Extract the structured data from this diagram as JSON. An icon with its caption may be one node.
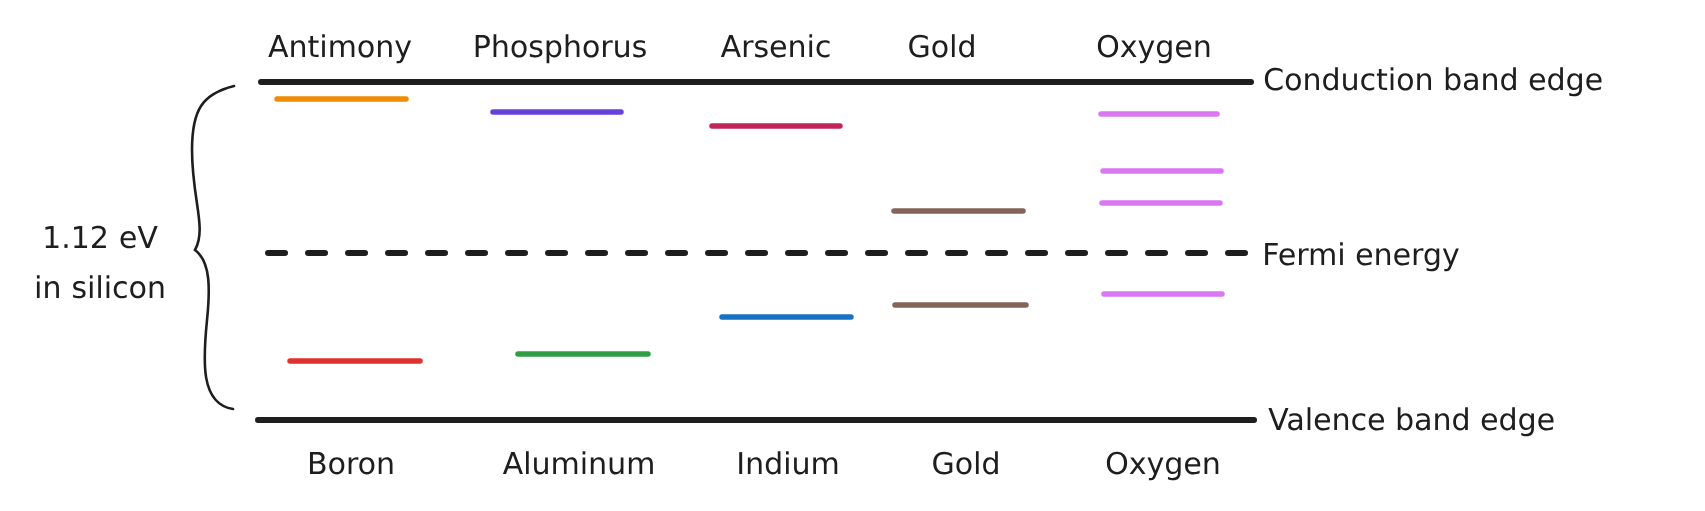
{
  "diagram": {
    "labels": [
      "Antimony",
      "Phosphorus",
      "Arsenic",
      "Gold",
      "Oxygen",
      "Conduction band edge",
      "1.12 eV in silicon",
      "Fermi energy",
      "Valence band edge",
      "Boron",
      "Aluminum",
      "Indium",
      "Gold",
      "Oxygen"
    ]
  }
}
